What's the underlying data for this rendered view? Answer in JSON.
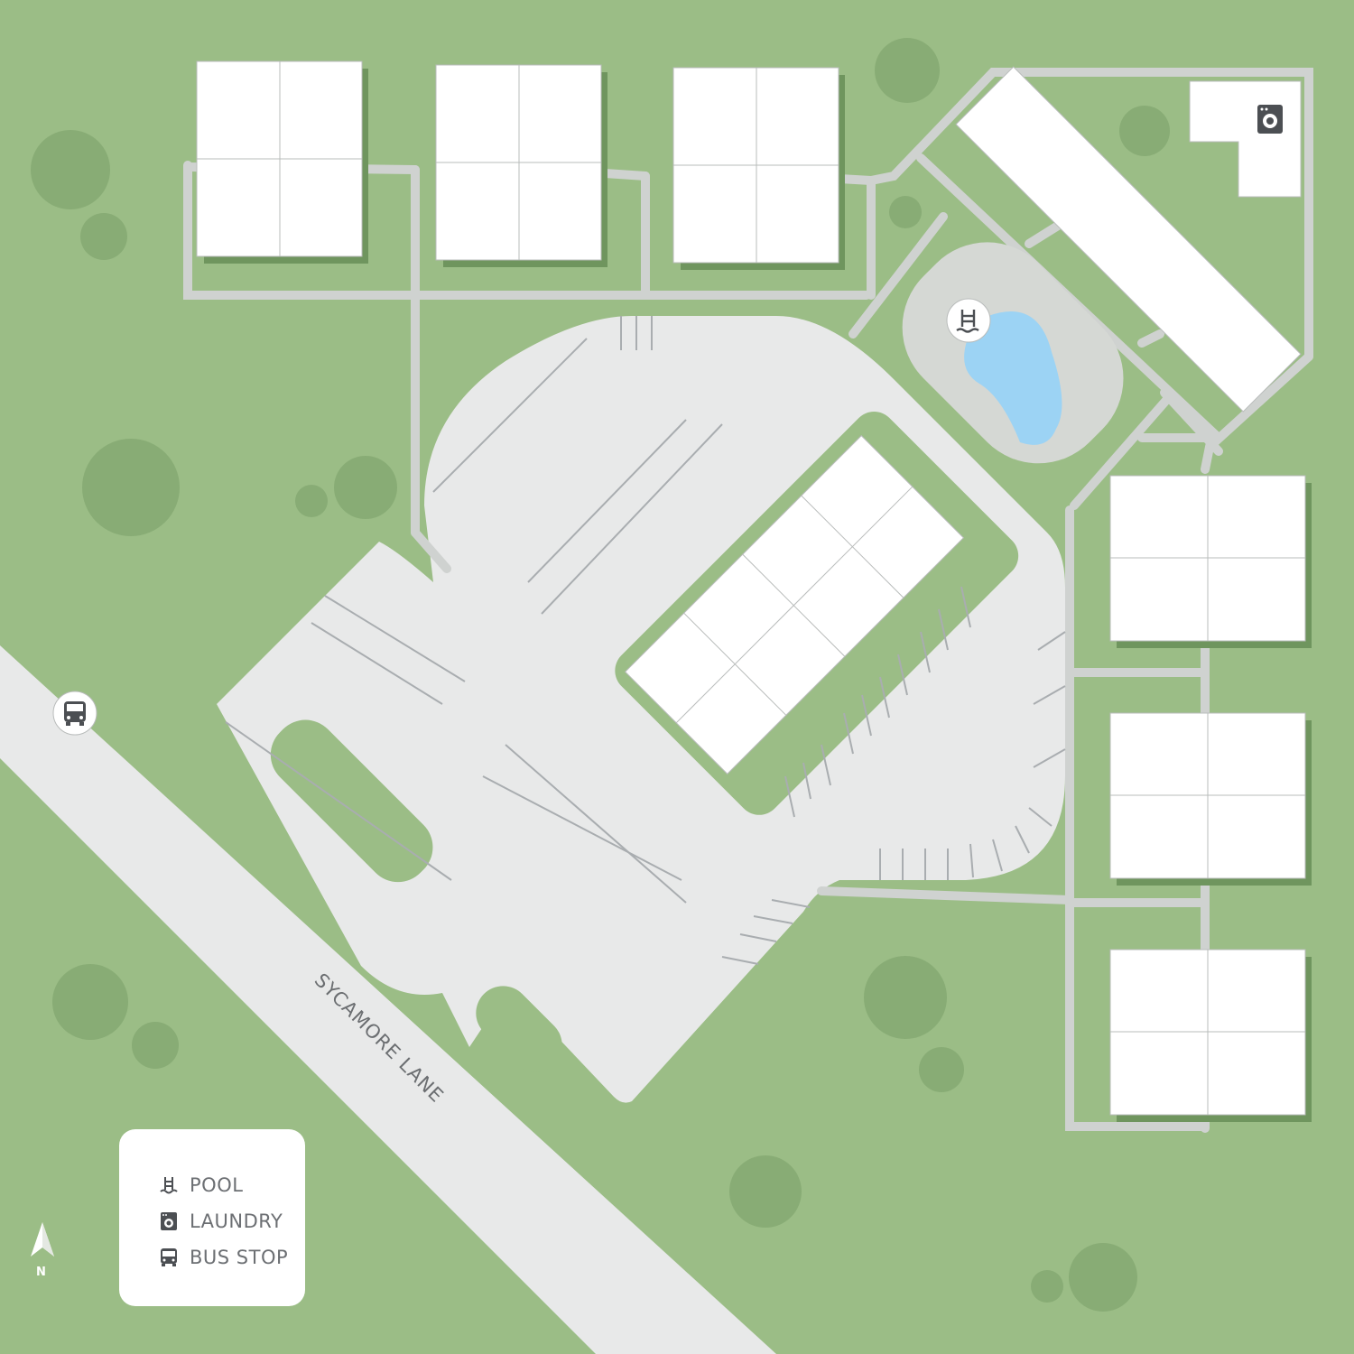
{
  "map": {
    "street_name": "SYCAMORE LANE",
    "compass_label": "N",
    "legend": {
      "items": [
        {
          "icon": "pool-icon",
          "label": "POOL"
        },
        {
          "icon": "laundry-icon",
          "label": "LAUNDRY"
        },
        {
          "icon": "bus-icon",
          "label": "BUS STOP"
        }
      ]
    },
    "colors": {
      "grass": "#9bbd86",
      "tree": "#88ac75",
      "pavement": "#e8e9e9",
      "walkway": "#cfd2d0",
      "pool_deck": "#d5d8d4",
      "pool_water": "#9cd3f4",
      "building": "#ffffff",
      "building_shadow": "#6f955e",
      "parking_line": "#a9adb0",
      "icon_dark": "#4c4f53"
    }
  }
}
